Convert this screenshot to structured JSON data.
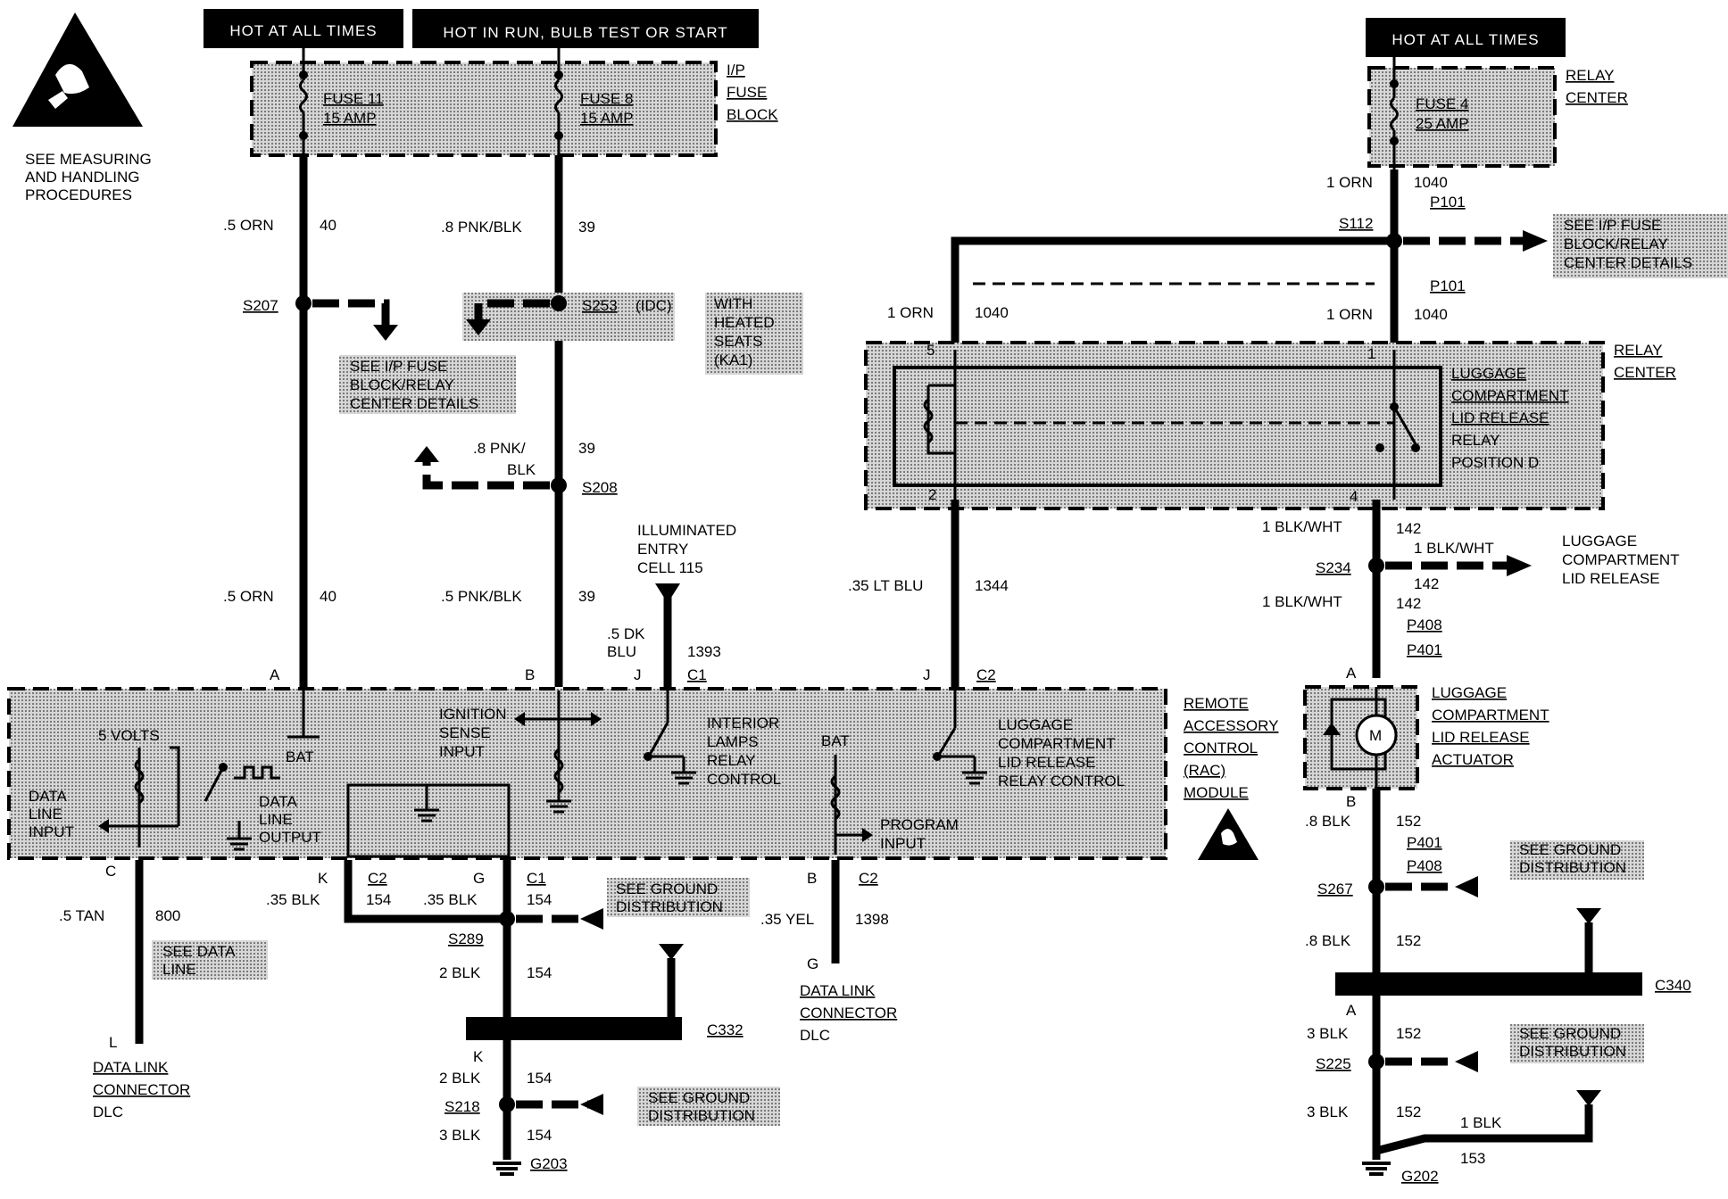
{
  "esd": {
    "lines": [
      "SEE MEASURING",
      "AND HANDLING",
      "PROCEDURES"
    ]
  },
  "power_headers": {
    "hot_all_times_left": "HOT AT ALL TIMES",
    "hot_in_run": "HOT IN RUN, BULB TEST OR START",
    "hot_all_times_right": "HOT AT ALL TIMES"
  },
  "ip_fuse_block": {
    "label": [
      "I/P",
      "FUSE",
      "BLOCK"
    ],
    "fuse11": [
      "FUSE 11",
      "15 AMP"
    ],
    "fuse8": [
      "FUSE 8",
      "15 AMP"
    ]
  },
  "relay_center_top": {
    "label": [
      "RELAY",
      "CENTER"
    ],
    "fuse4": [
      "FUSE 4",
      "25 AMP"
    ]
  },
  "wires": {
    "w40a": [
      ".5 ORN",
      "40"
    ],
    "w39a": [
      ".8 PNK/BLK",
      "39"
    ],
    "s207": "S207",
    "s253": "S253",
    "s253_note": "(IDC)",
    "heated_seats": [
      "WITH",
      "HEATED",
      "SEATS",
      "(KA1)"
    ],
    "see_ip_fuse_left": [
      "SEE I/P FUSE",
      "BLOCK/RELAY",
      "CENTER DETAILS"
    ],
    "w39b": [
      ".8 PNK/",
      "BLK",
      "39"
    ],
    "s208": "S208",
    "w40b": [
      ".5 ORN",
      "40"
    ],
    "w39c": [
      ".5 PNK/BLK",
      "39"
    ],
    "illum_entry": [
      "ILLUMINATED",
      "ENTRY",
      "CELL 115"
    ],
    "w1393": [
      ".5 DK",
      "BLU",
      "1393"
    ],
    "orn_1040_top": [
      "1 ORN",
      "1040"
    ],
    "p101": "P101",
    "s112": "S112",
    "see_ip_fuse_right": [
      "SEE I/P FUSE",
      "BLOCK/RELAY",
      "CENTER DETAILS"
    ],
    "orn_1040_left": [
      "1 ORN",
      "1040"
    ],
    "orn_1040_right": [
      "1 ORN",
      "1040"
    ],
    "w1344": [
      ".35 LT BLU",
      "1344"
    ],
    "w142a": [
      "1 BLK/WHT",
      "142"
    ],
    "s234": "S234",
    "w142_branch": [
      "1 BLK/WHT",
      "142"
    ],
    "lid_release": [
      "LUGGAGE",
      "COMPARTMENT",
      "LID RELEASE"
    ],
    "w142b": [
      "1 BLK/WHT",
      "142"
    ],
    "p408": "P408",
    "p401": "P401"
  },
  "relay_center_mid": {
    "label": [
      "RELAY",
      "CENTER"
    ],
    "relay": [
      "LUGGAGE",
      "COMPARTMENT",
      "LID RELEASE",
      "RELAY",
      "POSITION D"
    ],
    "pins": [
      "5",
      "1",
      "2",
      "4"
    ]
  },
  "rac_module": {
    "label": [
      "REMOTE",
      "ACCESSORY",
      "CONTROL",
      "(RAC)",
      "MODULE"
    ],
    "pins_top": [
      "A",
      "B",
      "J",
      "C1",
      "J",
      "C2"
    ],
    "five_volts": "5 VOLTS",
    "bat1": "BAT",
    "bat2": "BAT",
    "data_line_input": [
      "DATA",
      "LINE",
      "INPUT"
    ],
    "data_line_output": [
      "DATA",
      "LINE",
      "OUTPUT"
    ],
    "ignition": [
      "IGNITION",
      "SENSE",
      "INPUT"
    ],
    "interior": [
      "INTERIOR",
      "LAMPS",
      "RELAY",
      "CONTROL"
    ],
    "program": [
      "PROGRAM",
      "INPUT"
    ],
    "luggage": [
      "LUGGAGE",
      "COMPARTMENT",
      "LID RELEASE",
      "RELAY CONTROL"
    ]
  },
  "actuator": {
    "label": [
      "LUGGAGE",
      "COMPARTMENT",
      "LID RELEASE",
      "ACTUATOR"
    ],
    "pin_a": "A",
    "pin_b": "B",
    "motor": "M"
  },
  "bottom": {
    "pin_c": "C",
    "w800": [
      ".5 TAN",
      "800"
    ],
    "see_data_line": [
      "SEE DATA",
      "LINE"
    ],
    "pin_l": "L",
    "dlc_left": [
      "DATA LINK",
      "CONNECTOR",
      "DLC"
    ],
    "pin_k": "K",
    "c2_k": "C2",
    "w154_k": [
      ".35 BLK",
      "154"
    ],
    "pin_g": "G",
    "c1_g": "C1",
    "w154_g": [
      ".35 BLK",
      "154"
    ],
    "see_ground_1": [
      "SEE GROUND",
      "DISTRIBUTION"
    ],
    "s289": "S289",
    "w154_2": [
      "2 BLK",
      "154"
    ],
    "c332": "C332",
    "pin_k2": "K",
    "w154_3": [
      "2 BLK",
      "154"
    ],
    "s218": "S218",
    "see_ground_2": [
      "SEE GROUND",
      "DISTRIBUTION"
    ],
    "w154_4": [
      "3 BLK",
      "154"
    ],
    "g203": "G203",
    "pin_b2": "B",
    "c2_b": "C2",
    "w1398": [
      ".35 YEL",
      "1398"
    ],
    "pin_g2": "G",
    "dlc_mid": [
      "DATA LINK",
      "CONNECTOR",
      "DLC"
    ],
    "w152a": [
      ".8 BLK",
      "152"
    ],
    "p401b": "P401",
    "p408b": "P408",
    "s267": "S267",
    "see_ground_3": [
      "SEE GROUND",
      "DISTRIBUTION"
    ],
    "w152b": [
      ".8 BLK",
      "152"
    ],
    "c340": "C340",
    "pin_a2": "A",
    "w152c": [
      "3 BLK",
      "152"
    ],
    "s225": "S225",
    "see_ground_4": [
      "SEE GROUND",
      "DISTRIBUTION"
    ],
    "w152d": [
      "3 BLK",
      "152"
    ],
    "w153": [
      "1 BLK",
      "153"
    ],
    "g202": "G202"
  }
}
